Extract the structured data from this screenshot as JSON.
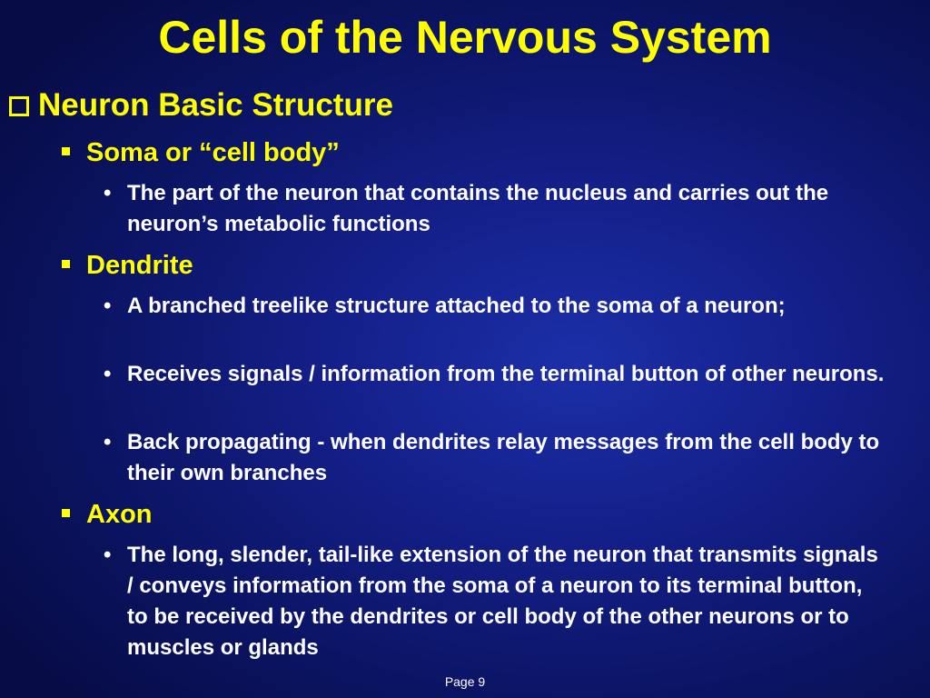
{
  "slide": {
    "title": "Cells of the Nervous System",
    "heading": "Neuron Basic Structure",
    "sections": [
      {
        "label": "Soma or “cell body”",
        "bullets": [
          "The part of the neuron that contains the nucleus and carries out the neuron’s metabolic functions"
        ]
      },
      {
        "label": "Dendrite",
        "bullets": [
          "A branched treelike structure attached to the soma of a neuron;",
          "Receives signals / information from the terminal button of other neurons.",
          "Back propagating - when dendrites relay messages from the cell body to their own branches"
        ]
      },
      {
        "label": "Axon",
        "bullets": [
          "The long, slender, tail-like extension of the neuron that transmits signals / conveys information from the soma of a neuron to its terminal button, to be received by the dendrites or cell body of the other neurons or to muscles or glands"
        ]
      }
    ],
    "bullet_glyph": "•",
    "page_label": "Page 9"
  },
  "colors": {
    "heading": "#ffff00",
    "body_text": "#ffffff",
    "background": "#14208a"
  }
}
